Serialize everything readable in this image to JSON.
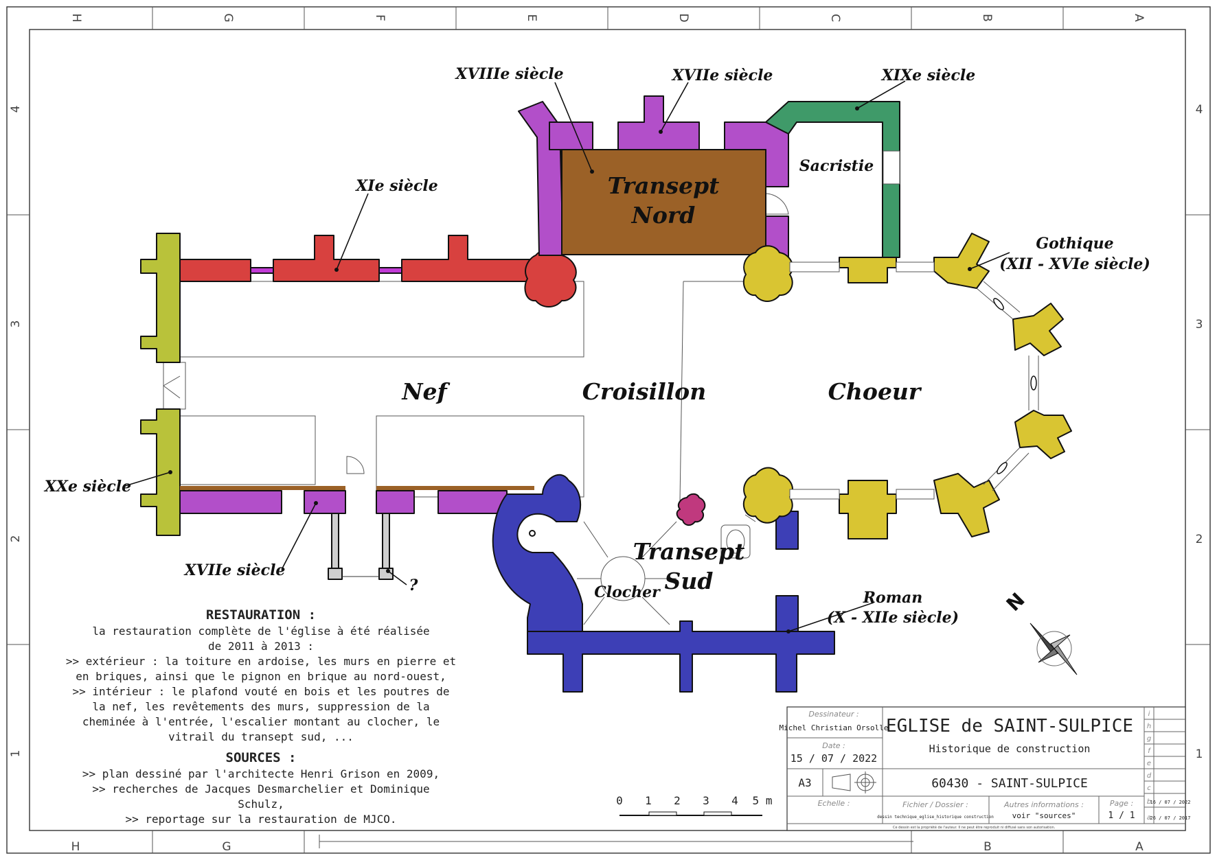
{
  "frame": {
    "col_letters_top": [
      "H",
      "G",
      "F",
      "E",
      "D",
      "C",
      "B",
      "A"
    ],
    "row_numbers": [
      "4",
      "3",
      "2",
      "1"
    ],
    "col_letters_bottom": [
      "H",
      "G",
      "B",
      "A"
    ]
  },
  "rooms": {
    "transept_nord_line1": "Transept",
    "transept_nord_line2": "Nord",
    "sacristie": "Sacristie",
    "nef": "Nef",
    "croisillon": "Croisillon",
    "choeur": "Choeur",
    "transept_sud_line1": "Transept",
    "transept_sud_line2": "Sud",
    "clocher": "Clocher",
    "unknown_mark": "?"
  },
  "period_labels": {
    "xviiie": "XVIIIe siècle",
    "xviie_north": "XVIIe siècle",
    "xixe": "XIXe siècle",
    "xie": "XIe siècle",
    "gothique_line1": "Gothique",
    "gothique_line2": "(XII - XVIe siècle)",
    "xxe": "XXe siècle",
    "xviie_south": "XVIIe siècle",
    "roman_line1": "Roman",
    "roman_line2": "(X - XIIe siècle)"
  },
  "period_colors": {
    "xie": "#d8413f",
    "xviie": "#b24fc9",
    "xviiie": "#9b6127",
    "xixe": "#3f9a69",
    "gothique": "#d9c532",
    "xxe": "#b9c23a",
    "roman": "#3d3fb6"
  },
  "compass": {
    "north_letter": "N"
  },
  "notes": {
    "restauration_title": "RESTAURATION :",
    "restauration_lines": [
      "la restauration complète de l'église à été réalisée",
      "de 2011 à 2013 :",
      ">> extérieur : la toiture en ardoise, les murs en pierre et",
      "en briques, ainsi que le pignon en brique au nord-ouest,",
      ">> intérieur : le plafond vouté en bois et les poutres de",
      "la nef, les revêtements des murs, suppression de la",
      "cheminée à l'entrée, l'escalier montant au clocher, le",
      "vitrail du transept sud, ..."
    ],
    "sources_title": "SOURCES :",
    "sources_lines": [
      ">> plan dessiné par l'architecte Henri Grison en 2009,",
      ">> recherches de Jacques Desmarchelier et Dominique",
      "Schulz,",
      ">> reportage sur la restauration de MJCO."
    ]
  },
  "scale_bar": {
    "ticks": [
      "0",
      "1",
      "2",
      "3",
      "4",
      "5 m"
    ]
  },
  "title_block": {
    "designer_label": "Dessinateur :",
    "designer_value": "Michel Christian Orsolle",
    "date_label": "Date :",
    "date_value": "15 / 07 / 2022",
    "format_value": "A3",
    "title": "EGLISE de SAINT-SULPICE",
    "subtitle": "Historique de construction",
    "location": "60430   - SAINT-SULPICE",
    "scale_label": "Echelle :",
    "file_label": "Fichier / Dossier :",
    "file_value": "dessin technique_eglise_historique construction",
    "other_label": "Autres informations :",
    "other_value": "voir \"sources\"",
    "page_label": "Page :",
    "page_value": "1 / 1",
    "revision_letters": [
      "i",
      "h",
      "g",
      "f",
      "e",
      "d",
      "c",
      "b",
      "a"
    ],
    "revisions": [
      "16 / 07 / 2022",
      "26 / 07 / 2017"
    ],
    "footer_note": "Ce dessin est la propriété de l'auteur. Il ne peut être reproduit ni diffusé sans son autorisation."
  }
}
